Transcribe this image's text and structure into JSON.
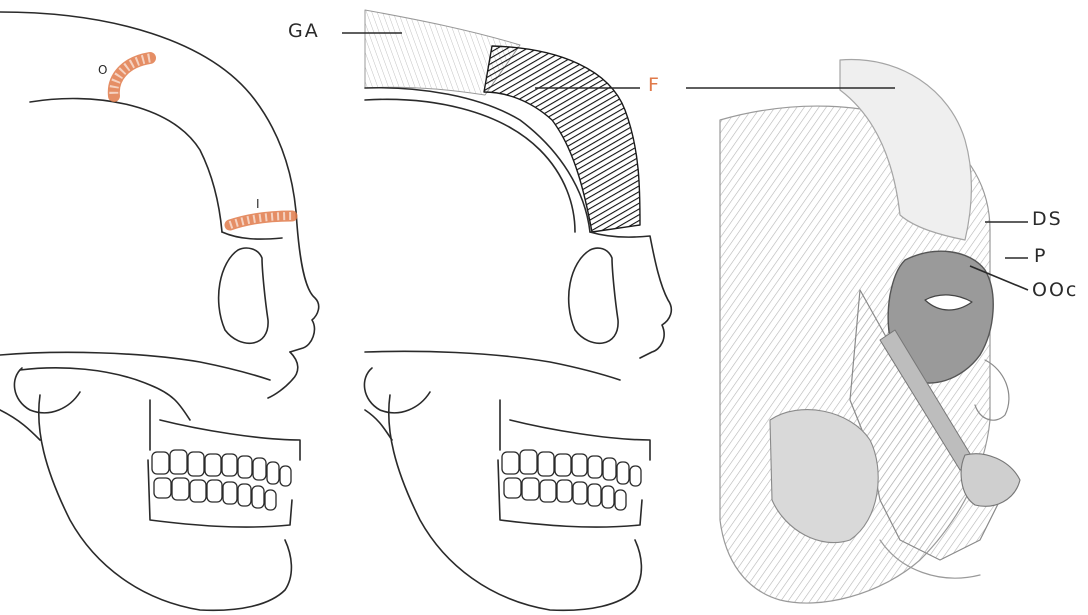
{
  "labels": {
    "ga": "GA",
    "f": "F",
    "ds": "DS",
    "p": "P",
    "ooc": "OOc",
    "origin": "O",
    "insertion": "I"
  },
  "colors": {
    "line": "#2a2a2a",
    "accent": "#e07a4a",
    "attachment_fill": "#f2b08c",
    "muscle_dark": "#3a3a3a",
    "sketch": "#8a8a8a"
  },
  "panels": [
    "skull-attachments",
    "frontalis-muscle",
    "facial-muscles-anatomy"
  ]
}
